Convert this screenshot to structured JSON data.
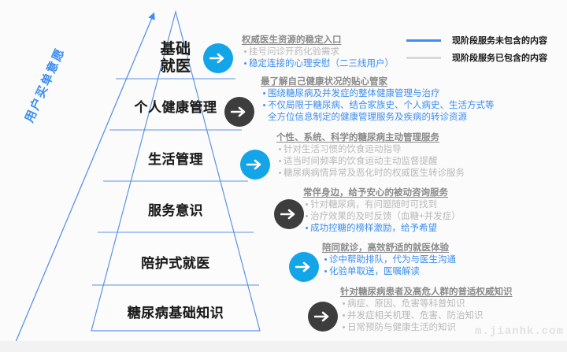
{
  "axis": {
    "label": "用户买单意愿"
  },
  "pyramid": {
    "tiers": [
      {
        "label": "基础就医",
        "line1": "基础",
        "line2": "就医"
      },
      {
        "label": "个人健康管理"
      },
      {
        "label": "生活管理"
      },
      {
        "label": "服务意识"
      },
      {
        "label": "陪护式就医"
      },
      {
        "label": "糖尿病基础知识"
      }
    ]
  },
  "legend": {
    "items": [
      {
        "color": "#3b8ef0",
        "text": "现阶段服务未包含的内容"
      },
      {
        "color": "#d9d9d9",
        "text": "现阶段服务已包含的内容"
      }
    ]
  },
  "blocks": [
    {
      "arrow": "blue",
      "head": "权威医生资源的稳定入口",
      "bullets": [
        {
          "style": "gray",
          "text": "挂号问诊开药化验需求"
        },
        {
          "style": "blue",
          "text": "稳定连接的心理安慰（二三线用户）"
        }
      ]
    },
    {
      "arrow": "dark",
      "head": "最了解自己健康状况的贴心管家",
      "bullets": [
        {
          "style": "blue",
          "text": "围绕糖尿病及并发症的整体健康管理与治疗"
        },
        {
          "style": "blue",
          "text": "不仅局限于糖尿病、结合家族史、个人病史、生活方式等"
        },
        {
          "style": "blue",
          "cont": true,
          "text": "全方位信息制定的健康管理服务及疾病的转诊资源"
        }
      ]
    },
    {
      "arrow": "blue",
      "head": "个性、系统、科学的糖尿病主动管理服务",
      "bullets": [
        {
          "style": "gray",
          "text": "针对生活习惯的饮食运动指导"
        },
        {
          "style": "gray",
          "text": "适当时间频率的饮食运动主动监督提醒"
        },
        {
          "style": "gray",
          "text": "糖尿病病情异常及恶化时的权威医生转诊服务"
        }
      ]
    },
    {
      "arrow": "dark",
      "head": "常伴身边，给予安心的被动咨询服务",
      "bullets": [
        {
          "style": "gray",
          "text": "针对糖尿病，有问题随时可找到"
        },
        {
          "style": "gray",
          "text": "治疗效果的及时反馈（血糖+并发症）"
        },
        {
          "style": "blue",
          "text": "成功控糖的榜样激励，给予希望"
        }
      ]
    },
    {
      "arrow": "blue",
      "head": "陪同就诊，高效舒适的就医体验",
      "bullets": [
        {
          "style": "blue",
          "text": "诊中帮助排队，代为与医生沟通"
        },
        {
          "style": "blue",
          "text": "化验单取送，医嘱解读"
        }
      ]
    },
    {
      "arrow": "dark",
      "head": "针对糖尿病患者及高危人群的普适权威知识",
      "bullets": [
        {
          "style": "gray",
          "text": "病症、原因、危害等科普知识"
        },
        {
          "style": "gray",
          "text": "并发症相关机理、危害、防治知识"
        },
        {
          "style": "gray",
          "text": "日常预防与健康生活的知识"
        }
      ]
    }
  ],
  "watermark": {
    "text": "m.jianhk.com"
  }
}
